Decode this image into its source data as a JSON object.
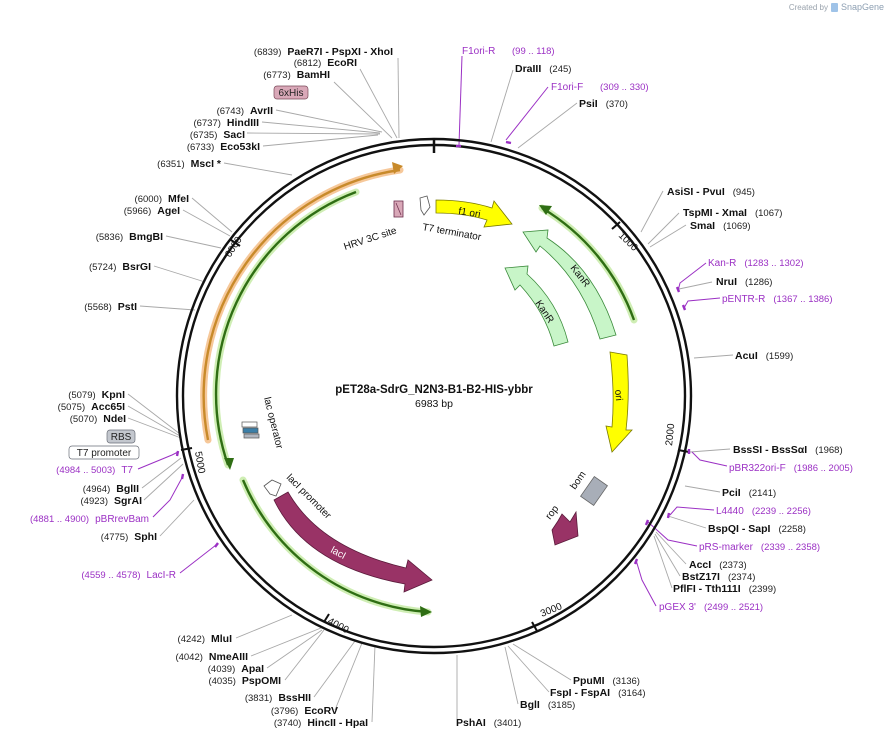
{
  "header": {
    "created_by": "Created by",
    "brand": "SnapGene"
  },
  "plasmid": {
    "name": "pET28a-SdrG_N2N3-B1-B2-HIS-ybbr",
    "size": "6983 bp",
    "total_bp": 6983
  },
  "ticks": [
    "1000",
    "2000",
    "3000",
    "4000",
    "5000",
    "6000"
  ],
  "features": [
    {
      "name": "f1 ori",
      "color": "#ffff00"
    },
    {
      "name": "KanR",
      "color": "#c8f5c8"
    },
    {
      "name": "KanR",
      "color": "#c8f5c8"
    },
    {
      "name": "ori",
      "color": "#ffff00"
    },
    {
      "name": "bom",
      "color": "#a8aeb8"
    },
    {
      "name": "rop",
      "color": "#993366"
    },
    {
      "name": "lacI",
      "color": "#993366"
    },
    {
      "name": "lacI promoter",
      "color": "#ffffff"
    },
    {
      "name": "lac operator",
      "color": "#ffffff"
    },
    {
      "name": "HRV 3C site",
      "color": "#d9a8b8"
    },
    {
      "name": "T7 terminator",
      "color": "#ffffff"
    }
  ],
  "boxed_labels": [
    "6xHis",
    "RBS",
    "T7 promoter"
  ],
  "right_labels": [
    {
      "pos": "(245)",
      "name": "DraIII",
      "kind": "enzyme"
    },
    {
      "pos": "(370)",
      "name": "PsiI",
      "kind": "enzyme"
    },
    {
      "pos": "(945)",
      "name": "AsiSI - PvuI",
      "kind": "enzyme"
    },
    {
      "pos": "(1067)",
      "name": "TspMI - XmaI",
      "kind": "enzyme"
    },
    {
      "pos": "(1069)",
      "name": "SmaI",
      "kind": "enzyme"
    },
    {
      "pos": "(1283 .. 1302)",
      "name": "Kan-R",
      "kind": "primer"
    },
    {
      "pos": "(1286)",
      "name": "NruI",
      "kind": "enzyme"
    },
    {
      "pos": "(1367 .. 1386)",
      "name": "pENTR-R",
      "kind": "primer"
    },
    {
      "pos": "(1599)",
      "name": "AcuI",
      "kind": "enzyme"
    },
    {
      "pos": "(1968)",
      "name": "BssSI - BssSαI",
      "kind": "enzyme"
    },
    {
      "pos": "(1986 .. 2005)",
      "name": "pBR322ori-F",
      "kind": "primer"
    },
    {
      "pos": "(2141)",
      "name": "PciI",
      "kind": "enzyme"
    },
    {
      "pos": "(2239 .. 2256)",
      "name": "L4440",
      "kind": "primer"
    },
    {
      "pos": "(2258)",
      "name": "BspQI - SapI",
      "kind": "enzyme"
    },
    {
      "pos": "(2339 .. 2358)",
      "name": "pRS-marker",
      "kind": "primer"
    },
    {
      "pos": "(2373)",
      "name": "AccI",
      "kind": "enzyme"
    },
    {
      "pos": "(2374)",
      "name": "BstZ17I",
      "kind": "enzyme"
    },
    {
      "pos": "(2399)",
      "name": "PflFI - Tth111I",
      "kind": "enzyme"
    },
    {
      "pos": "(2499 .. 2521)",
      "name": "pGEX 3'",
      "kind": "primer"
    },
    {
      "pos": "(3136)",
      "name": "PpuMI",
      "kind": "enzyme"
    },
    {
      "pos": "(3164)",
      "name": "FspI - FspAI",
      "kind": "enzyme"
    },
    {
      "pos": "(3185)",
      "name": "BglI",
      "kind": "enzyme"
    },
    {
      "pos": "(3401)",
      "name": "PshAI",
      "kind": "enzyme"
    }
  ],
  "top_primers": [
    {
      "name": "F1ori-R",
      "pos": "(99 .. 118)"
    },
    {
      "name": "F1ori-F",
      "pos": "(309 .. 330)"
    }
  ],
  "left_labels": [
    {
      "pos": "(6839)",
      "name": "PaeR7I - PspXI - XhoI",
      "kind": "enzyme"
    },
    {
      "pos": "(6812)",
      "name": "EcoRI",
      "kind": "enzyme"
    },
    {
      "pos": "(6773)",
      "name": "BamHI",
      "kind": "enzyme"
    },
    {
      "pos": "(6743)",
      "name": "AvrII",
      "kind": "enzyme"
    },
    {
      "pos": "(6737)",
      "name": "HindIII",
      "kind": "enzyme"
    },
    {
      "pos": "(6735)",
      "name": "SacI",
      "kind": "enzyme"
    },
    {
      "pos": "(6733)",
      "name": "Eco53kI",
      "kind": "enzyme"
    },
    {
      "pos": "(6351)",
      "name": "MscI *",
      "kind": "enzyme"
    },
    {
      "pos": "(6000)",
      "name": "MfeI",
      "kind": "enzyme"
    },
    {
      "pos": "(5966)",
      "name": "AgeI",
      "kind": "enzyme"
    },
    {
      "pos": "(5836)",
      "name": "BmgBI",
      "kind": "enzyme"
    },
    {
      "pos": "(5724)",
      "name": "BsrGI",
      "kind": "enzyme"
    },
    {
      "pos": "(5568)",
      "name": "PstI",
      "kind": "enzyme"
    },
    {
      "pos": "(5079)",
      "name": "KpnI",
      "kind": "enzyme"
    },
    {
      "pos": "(5075)",
      "name": "Acc65I",
      "kind": "enzyme"
    },
    {
      "pos": "(5070)",
      "name": "NdeI",
      "kind": "enzyme"
    },
    {
      "pos": "(4984 .. 5003)",
      "name": "T7",
      "kind": "primer"
    },
    {
      "pos": "(4964)",
      "name": "BglII",
      "kind": "enzyme"
    },
    {
      "pos": "(4923)",
      "name": "SgrAI",
      "kind": "enzyme"
    },
    {
      "pos": "(4881 .. 4900)",
      "name": "pBRrevBam",
      "kind": "primer"
    },
    {
      "pos": "(4775)",
      "name": "SphI",
      "kind": "enzyme"
    },
    {
      "pos": "(4559 .. 4578)",
      "name": "LacI-R",
      "kind": "primer"
    },
    {
      "pos": "(4242)",
      "name": "MluI",
      "kind": "enzyme"
    },
    {
      "pos": "(4042)",
      "name": "NmeAIII",
      "kind": "enzyme"
    },
    {
      "pos": "(4039)",
      "name": "ApaI",
      "kind": "enzyme"
    },
    {
      "pos": "(4035)",
      "name": "PspOMI",
      "kind": "enzyme"
    },
    {
      "pos": "(3831)",
      "name": "BssHII",
      "kind": "enzyme"
    },
    {
      "pos": "(3796)",
      "name": "EcoRV",
      "kind": "enzyme"
    },
    {
      "pos": "(3740)",
      "name": "HincII - HpaI",
      "kind": "enzyme"
    }
  ]
}
